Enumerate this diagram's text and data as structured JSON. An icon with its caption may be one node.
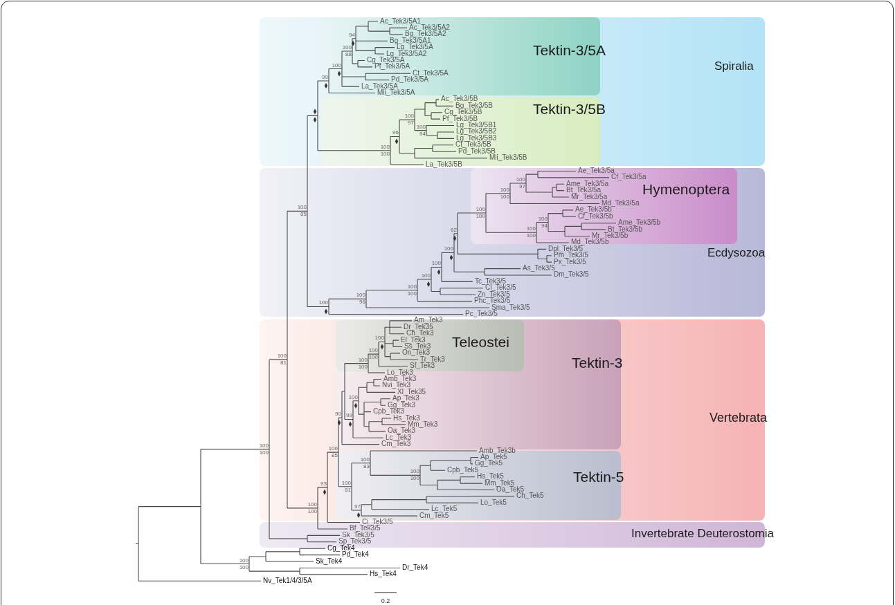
{
  "diagram": {
    "nodes": [
      {
        "text": [
          "Spiralia"
        ]
      },
      {
        "text": [
          "Tektin-3/5A"
        ],
        "in": 0
      },
      {
        "text": [
          "Tektin-3/5B"
        ],
        "in": 0
      },
      {
        "text": [
          "Ecdysozoa"
        ]
      },
      {
        "text": [
          "Hymenoptera"
        ],
        "in": 3
      },
      {
        "text": [
          "Vertebrata"
        ]
      },
      {
        "text": [
          "Tektin-3"
        ],
        "in": 5
      },
      {
        "text": [
          "Teleostei"
        ],
        "in": 6
      },
      {
        "text": [
          "Tektin-5"
        ],
        "in": 5
      },
      {
        "text": [
          "Invertebrate Deuterostomia"
        ]
      }
    ],
    "labels": [
      "Ac_Tek3/5A1",
      "Ac_Tek3/5A2",
      "Bg_Tek3/5A2",
      "Bg_Tek3/5A1",
      "Lg_Tek3/5A",
      "Lg_Tek3/5A2",
      "Cg_Tek3/5A",
      "Pf_Tek3/5A",
      "Ct_Tek3/5A",
      "Pd_Tek3/5A",
      "La_Tek3/5A",
      "Mli_Tek3/5A",
      "Ac_Tek3/5B",
      "Bg_Tek3/5B",
      "Cg_Tek3/5B",
      "Pf_Tek3/5B",
      "Lg_Tek3/5B1",
      "Lg_Tek3/5B2",
      "Lg_Tek3/5B3",
      "Ct_Tek3/5B",
      "Pd_Tek3/5B",
      "Mli_Tek3/5B",
      "La_Tek3/5B",
      "Ae_Tek3/5a",
      "Cf_Tek3/5a",
      "Ame_Tek3/5a",
      "Bt_Tek3/5a",
      "Mr_Tek3/5a",
      "Md_Tek3/5a",
      "Ae_Tek3/5b",
      "Cf_Tek3/5b",
      "Ame_Tek3/5b",
      "Bt_Tek3/5b",
      "Mr_Tek3/5b",
      "Md_Tek3/5b",
      "Dpl_Tek3/5",
      "Pm_Tek3/5",
      "Px_Tek3/5",
      "As_Tek3/5",
      "Dm_Tek3/5",
      "Tc_Tek3/5",
      "Cl_Tek3/5",
      "Zn_Tek3/5",
      "Phc_Tek3/5",
      "Sma_Tek3/5",
      "Pc_Tek3/5",
      "Am_Tek3",
      "Dr_Tek35",
      "Ch_Tek3",
      "El_Tek3",
      "Ss_Tek3",
      "On_Tek3",
      "Tr_Tek3",
      "Sf_Tek3",
      "Lo_Tek3",
      "Amb_Tek3",
      "Nvi_Tek3",
      "Xl_Tek35",
      "Ap_Tek3",
      "Gg_Tek3",
      "Cpb_Tek3",
      "Hs_Tek3",
      "Mm_Tek3",
      "Oa_Tek3",
      "Lc_Tek3",
      "Cm_Tek3",
      "Amb_Tek3b",
      "Ap_Tek5",
      "Gg_Tek5",
      "Cpb_Tek5",
      "Hs_Tek5",
      "Mm_Tek5",
      "Oa_Tek5",
      "Ch_Tek5",
      "Lo_Tek5",
      "Lc_Tek5",
      "Cm_Tek5",
      "Ci_Tek3/5",
      "Bf_Tek3/5",
      "Sk_Tek3/5",
      "Sp_Tek3/5",
      "Cg_Tek4",
      "Pd_Tek4",
      "Sk_Tek4",
      "Dr_Tek4",
      "Hs_Tek4",
      "Nv_Tek1/4/3/5A",
      "100",
      "100",
      "100",
      "81",
      "100",
      "85",
      "99",
      "100",
      "100",
      "88",
      "94",
      "100",
      "100",
      "96",
      "100",
      "97",
      "100",
      "94",
      "100",
      "100",
      "96",
      "100",
      "100",
      "100",
      "100",
      "100",
      "62",
      "100",
      "100",
      "100",
      "100",
      "100",
      "97",
      "100",
      "100",
      "100",
      "94",
      "100",
      "100",
      "93",
      "100",
      "85",
      "90",
      "100",
      "100",
      "100",
      "100",
      "100",
      "99",
      "100",
      "100",
      "81",
      "100",
      "83",
      "100",
      "100",
      "97",
      "100",
      "100",
      "0.2"
    ]
  }
}
